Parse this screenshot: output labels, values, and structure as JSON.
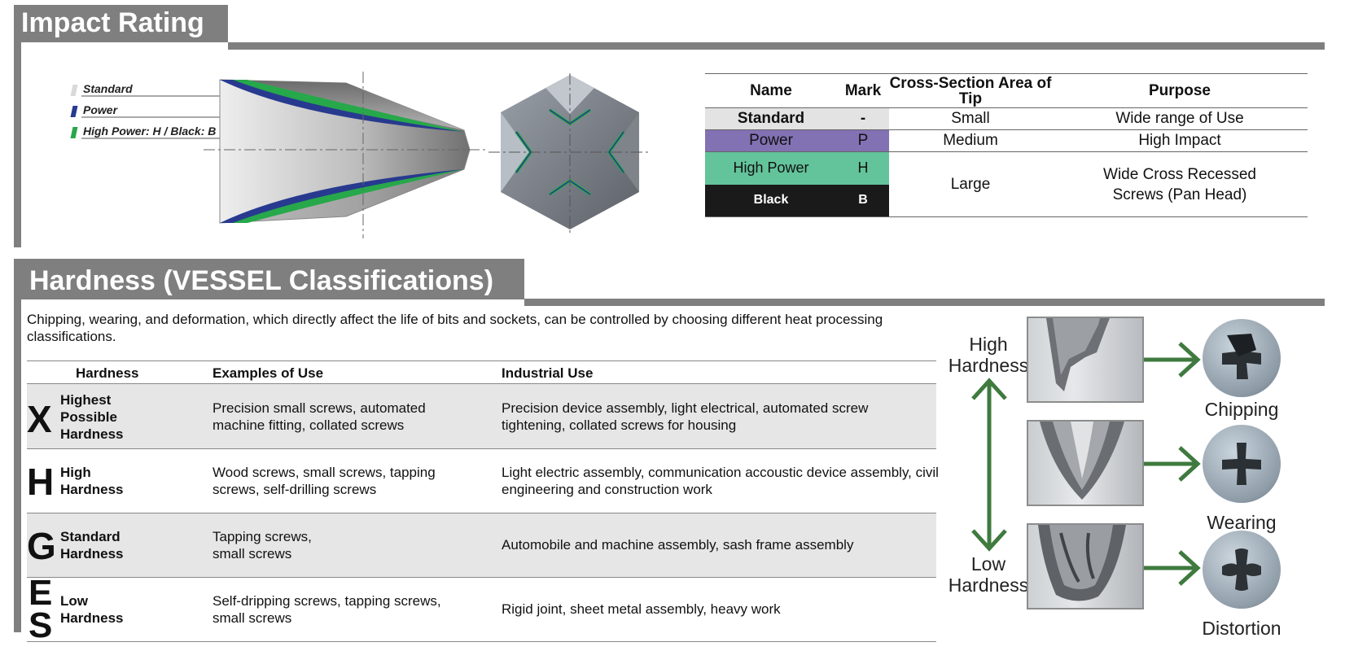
{
  "impact": {
    "title": "Impact Rating",
    "legend": [
      {
        "label": "Standard",
        "color": "#d9d9d9"
      },
      {
        "label": "Power",
        "color": "#283a8f"
      },
      {
        "label": "High Power: H / Black: B",
        "color": "#27a84a"
      }
    ],
    "table": {
      "headers": [
        "Name",
        "Mark",
        "Cross-Section Area of Tip",
        "Purpose"
      ],
      "rows": [
        {
          "name": "Standard",
          "mark": "-",
          "area": "Small",
          "purpose": "Wide range of Use",
          "color": "#e3e3e3",
          "text_color": "#111111"
        },
        {
          "name": "Power",
          "mark": "P",
          "area": "Medium",
          "purpose": "High Impact",
          "color": "#8271b3",
          "text_color": "#111111"
        },
        {
          "name": "High Power",
          "mark": "H",
          "area": "Large",
          "purpose": "Wide Cross Recessed Screws (Pan Head)",
          "color": "#63c39a",
          "text_color": "#111111"
        },
        {
          "name": "Black",
          "mark": "B",
          "area": "",
          "purpose": "",
          "color": "#1a1a1a",
          "text_color": "#ffffff"
        }
      ]
    }
  },
  "hardness": {
    "title": "Hardness (VESSEL Classifications)",
    "description": "Chipping, wearing, and deformation, which directly affect the life of bits and sockets, can be controlled by choosing different heat processing classifications.",
    "headers": {
      "hardness": "Hardness",
      "examples": "Examples of Use",
      "industrial": "Industrial Use"
    },
    "rows": [
      {
        "letters": [
          "X"
        ],
        "hardness": [
          "Highest",
          "Possible",
          "Hardness"
        ],
        "examples": "Precision small screws, automated machine fitting, collated screws",
        "industrial": "Precision device assembly, light electrical, automated screw tightening, collated screws for housing"
      },
      {
        "letters": [
          "H"
        ],
        "hardness": [
          "High",
          "Hardness"
        ],
        "examples": "Wood screws, small screws, tapping screws, self-drilling screws",
        "industrial": "Light electric assembly, communication accoustic device assembly, civil engineering and construction work"
      },
      {
        "letters": [
          "G"
        ],
        "hardness": [
          "Standard",
          "Hardness"
        ],
        "examples": "Tapping screws,\nsmall screws",
        "industrial": "Automobile and machine assembly, sash frame assembly"
      },
      {
        "letters": [
          "E",
          "S"
        ],
        "hardness": [
          "Low",
          "Hardness"
        ],
        "examples": "Self-dripping screws, tapping screws, small screws",
        "industrial": "Rigid joint, sheet metal assembly, heavy work"
      }
    ],
    "scale": {
      "high": "High Hardness",
      "low": "Low Hardness"
    },
    "failure_modes": [
      "Chipping",
      "Wearing",
      "Distortion"
    ],
    "colors": {
      "arrow": "#3f7a3f",
      "header_gray": "#7f7f7f",
      "row_shade": "#e6e6e6"
    }
  }
}
